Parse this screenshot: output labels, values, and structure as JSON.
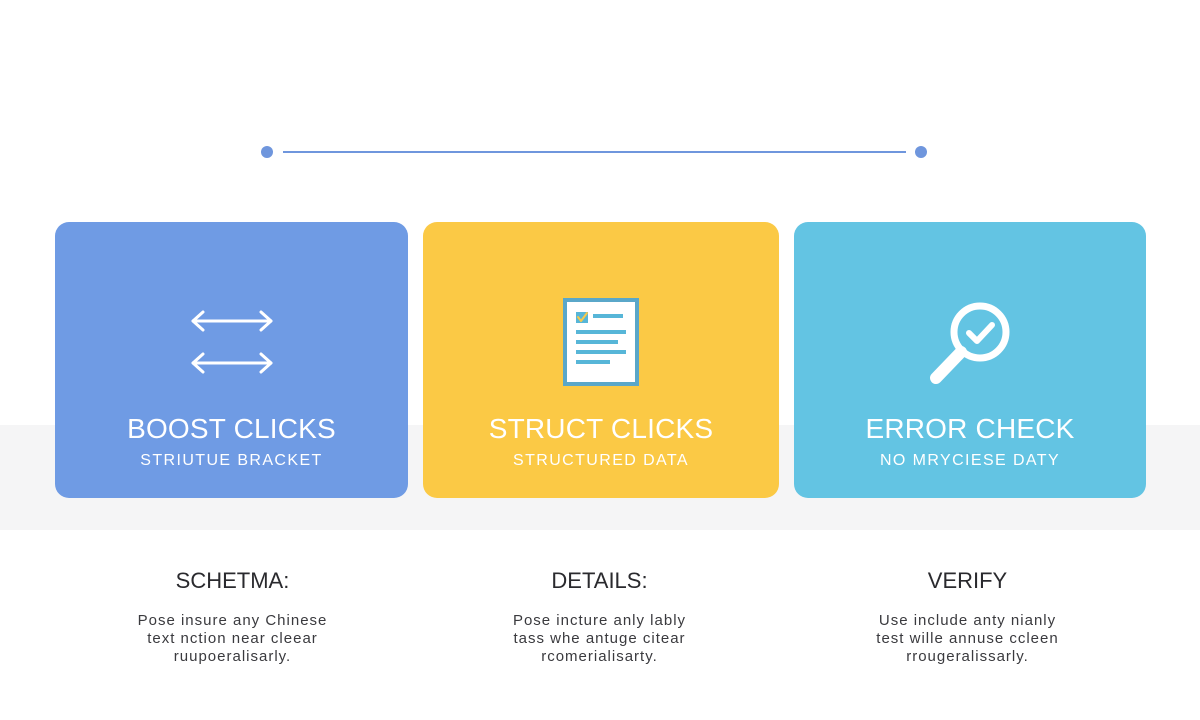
{
  "colors": {
    "connector": "#6f96dd",
    "card_blue": "#6f9be4",
    "card_yellow": "#fbc945",
    "card_teal": "#63c4e3",
    "band": "#f5f5f6"
  },
  "cards": [
    {
      "icon": "double-arrow-icon",
      "title": "BOOST CLICKS",
      "subtitle": "STRIUTUE BRACKET"
    },
    {
      "icon": "document-check-icon",
      "title": "STRUCT CLICKS",
      "subtitle": "STRUCTURED DATA"
    },
    {
      "icon": "magnifier-check-icon",
      "title": "ERROR CHECK",
      "subtitle": "NO MRYCIESE DATY"
    }
  ],
  "columns": [
    {
      "heading": "SCHETMA:",
      "lines": [
        "Pose insure any Chinese",
        "text nction near cleear",
        "ruupoeralisarly."
      ]
    },
    {
      "heading": "DETAILS:",
      "lines": [
        "Pose incture anly lably",
        "tass whe antuge citear",
        "rcomerialisarty."
      ]
    },
    {
      "heading": "VERIFY",
      "lines": [
        "Use include anty nianly",
        "test wille annuse ccleen",
        "rrougeralissarly."
      ]
    }
  ]
}
